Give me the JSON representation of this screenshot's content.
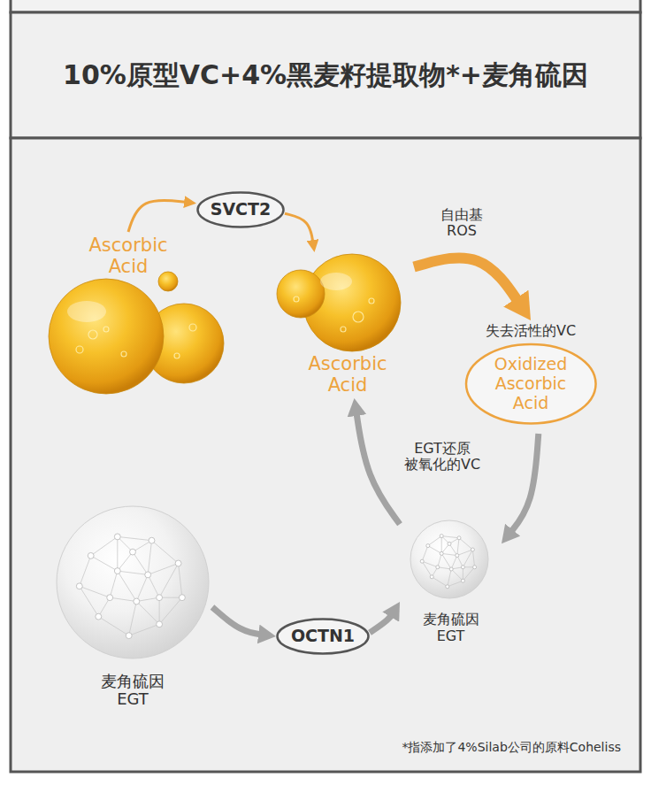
{
  "diagram": {
    "title": "10%原型VC+4%黑麦籽提取物*+麦角硫因",
    "nodes": [
      {
        "text": [
          "Ascorbic Acid"
        ]
      },
      {
        "text": [
          "SVCT2"
        ]
      },
      {
        "text": [
          "Ascorbic Acid"
        ]
      },
      {
        "text": [
          "失去活性的VC",
          "Oxidized Ascorbic Acid"
        ]
      },
      {
        "text": [
          "麦角硫因 EGT"
        ]
      },
      {
        "text": [
          "OCTN1"
        ]
      },
      {
        "text": [
          "麦角硫因 EGT"
        ]
      }
    ],
    "edges": [
      {
        "from": 0,
        "to": 1,
        "arrow": "to"
      },
      {
        "from": 1,
        "to": 2,
        "arrow": "to"
      },
      {
        "from": 2,
        "to": 3,
        "label": "自由基 ROS",
        "arrow": "to"
      },
      {
        "from": 3,
        "to": 6,
        "arrow": "to"
      },
      {
        "from": 6,
        "to": 2,
        "label": "EGT还原 被氧化的VC",
        "arrow": "to"
      },
      {
        "from": 4,
        "to": 5,
        "arrow": "to"
      },
      {
        "from": 5,
        "to": 6,
        "arrow": "to"
      }
    ],
    "labels": [
      "*指添加了4%Silab公司的原料Coheliss"
    ]
  }
}
